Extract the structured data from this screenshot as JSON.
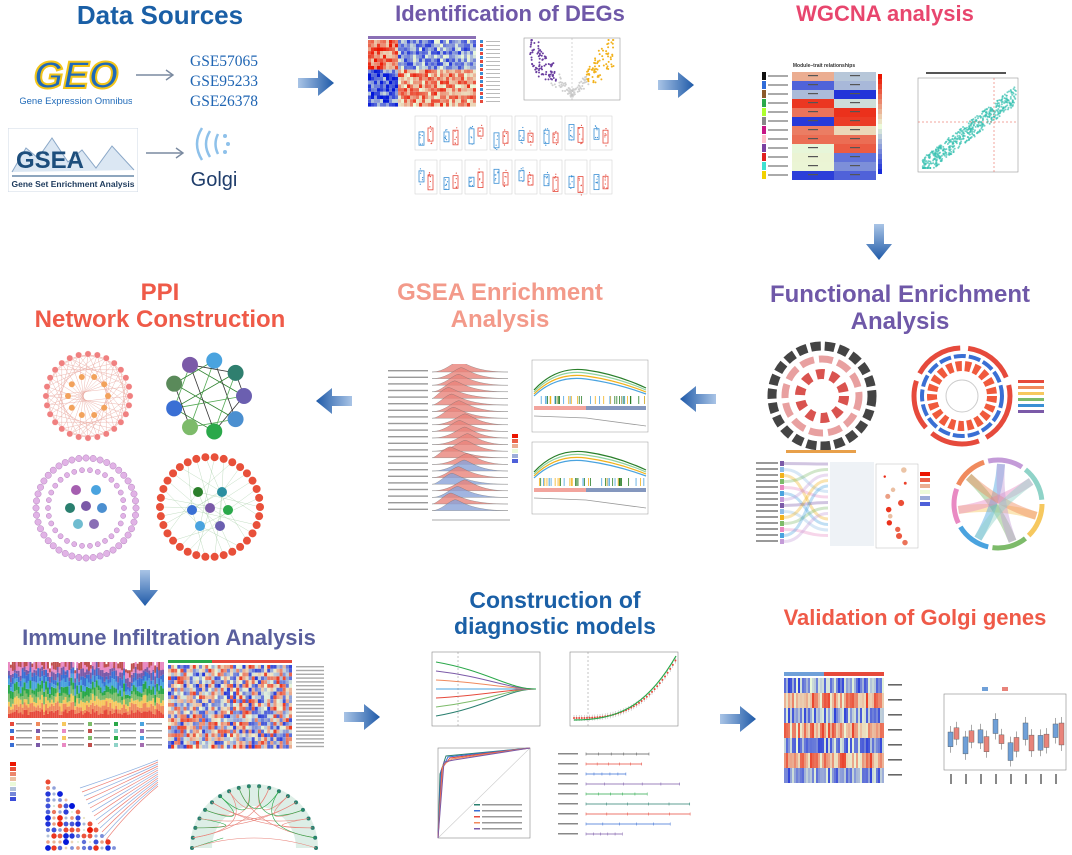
{
  "titles": {
    "data_sources": "Data Sources",
    "degs": "Identification of DEGs",
    "wgcna": "WGCNA analysis",
    "functional": "Functional Enrichment\nAnalysis",
    "gsea": "GSEA Enrichment\nAnalysis",
    "ppi": "PPI\nNetwork Construction",
    "immune": "Immune Infiltration Analysis",
    "diagnostic": "Construction of\ndiagnostic models",
    "validation": "Validation of Golgi genes"
  },
  "sources": {
    "geo_logo": "GEO",
    "geo_caption": "Gene Expression Omnibus",
    "gsea_logo": "GSEA",
    "gsea_caption": "Gene Set Enrichment Analysis",
    "golgi": "Golgi",
    "datasets": [
      "GSE57065",
      "GSE95233",
      "GSE26378"
    ]
  },
  "wgcna_heatmap_title": "Module–trait relationships",
  "colors": {
    "blue_arrow": "#2d65b4",
    "heat_red": "#e64a3c",
    "heat_blue": "#3a8fd4",
    "teal": "#18a39a"
  }
}
